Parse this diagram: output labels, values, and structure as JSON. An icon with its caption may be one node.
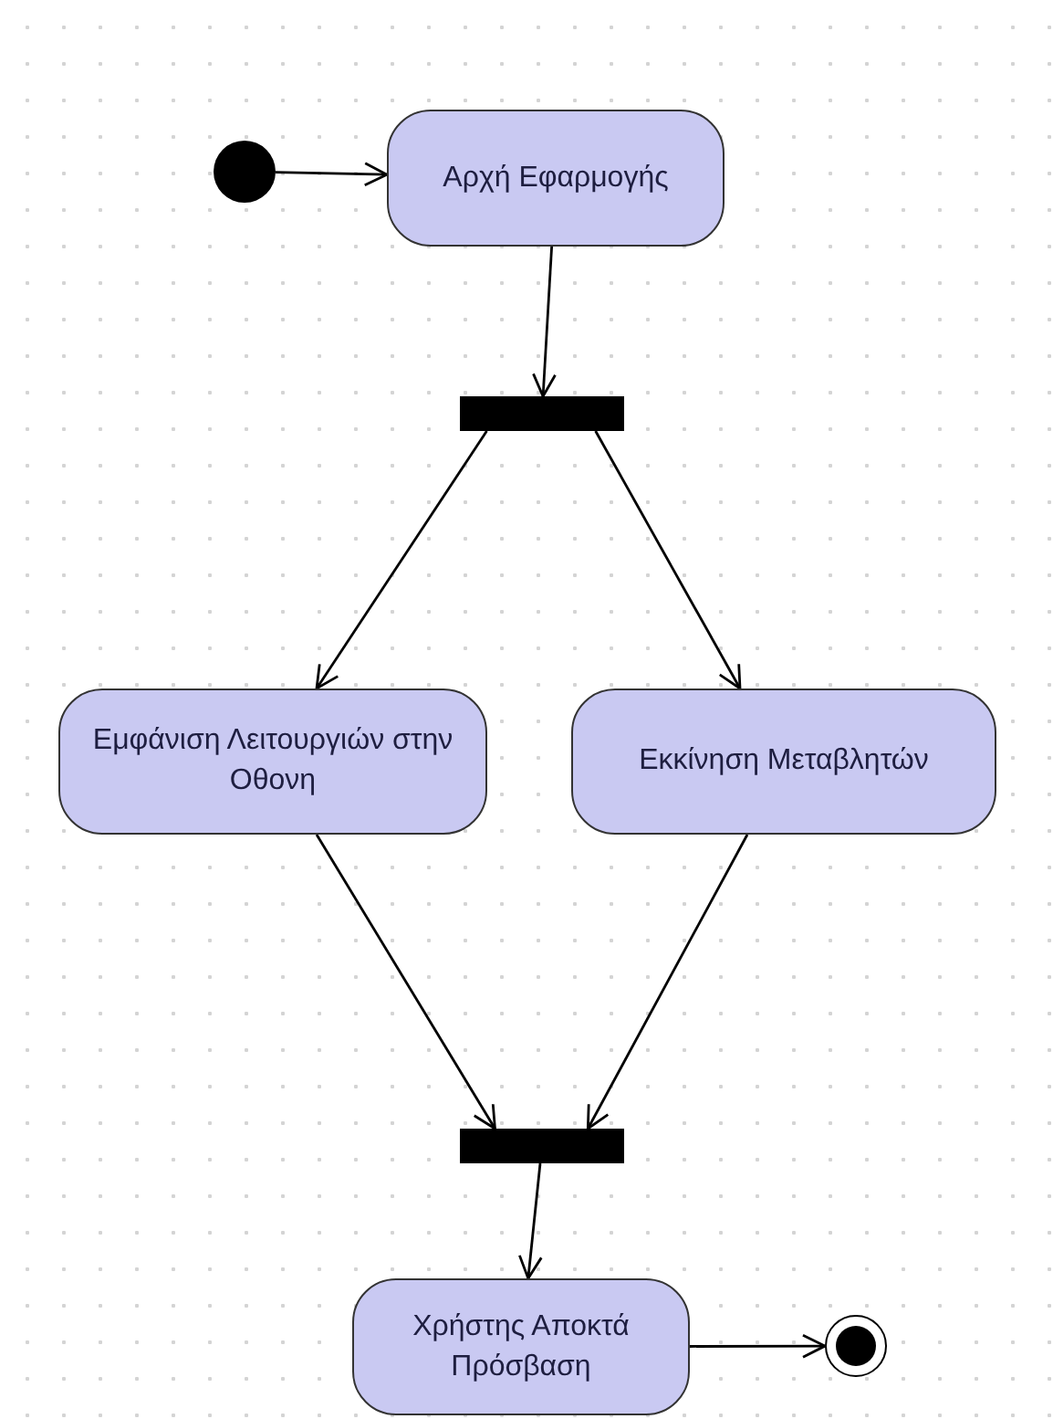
{
  "diagram": {
    "nodes": [
      {
        "text": [],
        "shape": "circle"
      },
      {
        "text": [
          "Αρχή Εφαρμογής"
        ]
      },
      {
        "text": [],
        "shape": "bar"
      },
      {
        "text": [
          "Εμφάνιση Λειτουργιών στην Οθονη"
        ]
      },
      {
        "text": [
          "Εκκίνηση Μεταβλητών"
        ]
      },
      {
        "text": [],
        "shape": "bar"
      },
      {
        "text": [
          "Χρήστης Αποκτά Πρόσβαση"
        ]
      },
      {
        "text": [],
        "shape": "circle"
      }
    ],
    "edges": [
      {
        "from": 0,
        "to": 1,
        "arrow": "to"
      },
      {
        "from": 1,
        "to": 2,
        "arrow": "to"
      },
      {
        "from": 2,
        "to": 3,
        "arrow": "to"
      },
      {
        "from": 2,
        "to": 4,
        "arrow": "to"
      },
      {
        "from": 3,
        "to": 5,
        "arrow": "to"
      },
      {
        "from": 4,
        "to": 5,
        "arrow": "to"
      },
      {
        "from": 5,
        "to": 6,
        "arrow": "to"
      },
      {
        "from": 6,
        "to": 7,
        "arrow": "to"
      }
    ]
  }
}
